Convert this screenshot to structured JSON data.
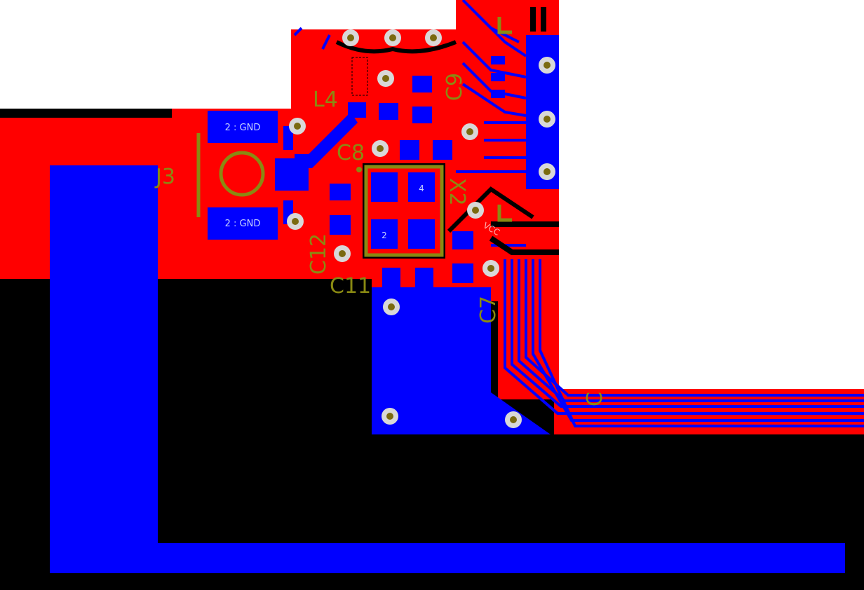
{
  "colors": {
    "background": "#000000",
    "white_area": "#ffffff",
    "top_copper": "#ff0000",
    "bottom_copper": "#0000ff",
    "silkscreen": "#8a8a12",
    "via_fill": "#d8d8d8",
    "via_hole": "#7a6a10",
    "pad_label": "#c8d4ff"
  },
  "designators": {
    "j3": "J3",
    "l4": "L4",
    "c8": "C8",
    "c9": "C9",
    "c11": "C11",
    "c12": "C12",
    "c7": "C7",
    "x2": "X2",
    "c_partial": "C"
  },
  "pads": {
    "j3_gnd_top": "2 : GND",
    "j3_gnd_bottom": "2 : GND",
    "x2_pin4": "4",
    "x2_pin2": "2"
  },
  "nets": {
    "vcc": "VCC"
  }
}
